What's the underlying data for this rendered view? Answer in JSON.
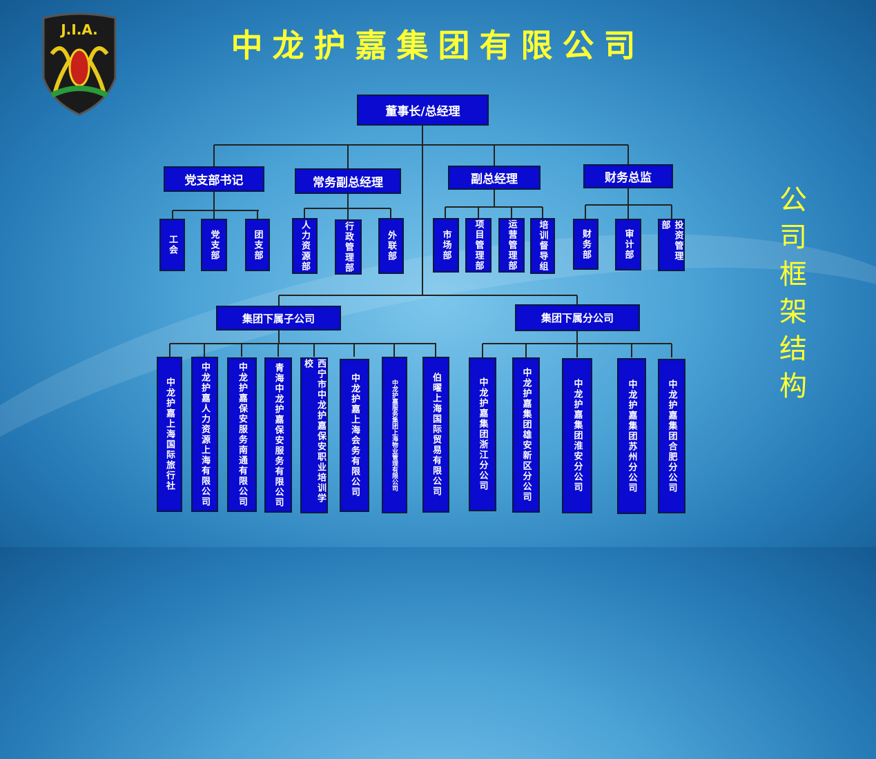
{
  "title": "中龙护嘉集团有限公司",
  "side_title": "公司框架结构",
  "logo_text": "J.I.A.",
  "root": "董事长/总经理",
  "level2": [
    "党支部书记",
    "常务副总经理",
    "副总经理",
    "财务总监"
  ],
  "party_depts": [
    "工会",
    "党支部",
    "团支部"
  ],
  "exec_depts": [
    "人力资源部",
    "行政管理部",
    "外联部"
  ],
  "vp_depts": [
    "市场部",
    "项目管理部",
    "运营管理部",
    "培训督导组"
  ],
  "finance_depts": [
    "财务部",
    "审计部",
    "投资管理部"
  ],
  "subsidiaries_label": "集团下属子公司",
  "branches_label": "集团下属分公司",
  "subsidiaries": [
    "中龙护嘉上海国际旅行社",
    "中龙护嘉人力资源上海有限公司",
    "中龙护嘉保安服务南通有限公司",
    "青海中龙护嘉保安服务有限公司",
    "西宁市中龙护嘉保安职业培训学校",
    "中龙护嘉上海会务有限公司",
    "中龙护嘉服务集团上海物业管理有限公司",
    "伯曜上海国际贸易有限公司"
  ],
  "branches": [
    "中龙护嘉集团浙江分公司",
    "中龙护嘉集团雄安新区分公司",
    "中龙护嘉集团淮安分公司",
    "中龙护嘉集团苏州分公司",
    "中龙护嘉集团合肥分公司"
  ]
}
